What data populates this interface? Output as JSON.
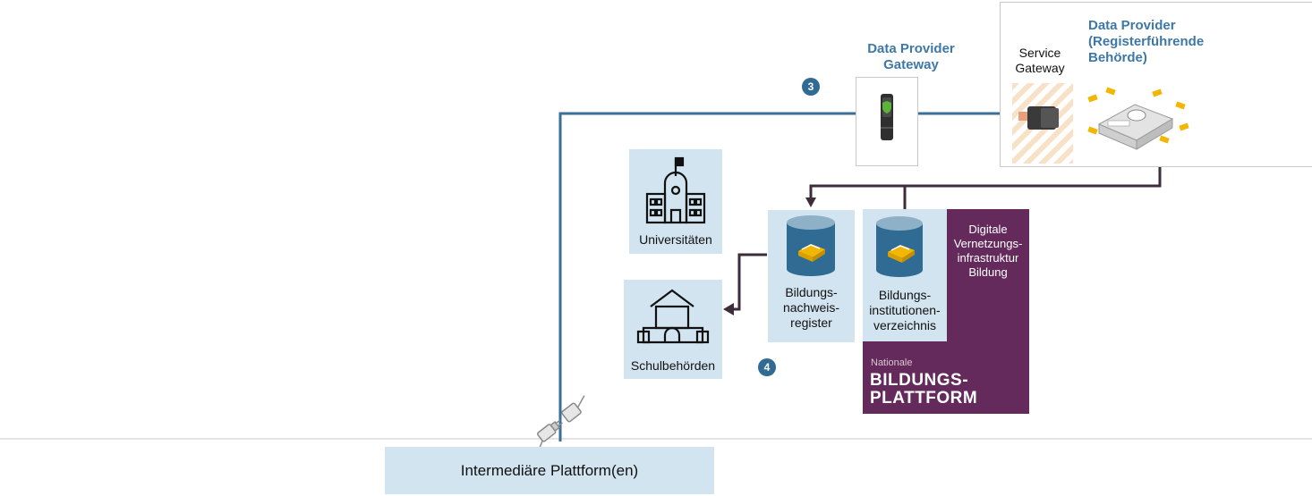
{
  "gateway": {
    "title_line1": "Data Provider",
    "title_line2": "Gateway"
  },
  "provider": {
    "title_line1": "Data Provider",
    "title_line2": "(Registerführende",
    "title_line3": "Behörde)",
    "service_gateway_line1": "Service",
    "service_gateway_line2": "Gateway"
  },
  "steps": {
    "three": "3",
    "four": "4"
  },
  "nodes": {
    "universitaeten": "Universitäten",
    "schulbehoerden": "Schulbehörden",
    "nachweisregister_line1": "Bildungs-",
    "nachweisregister_line2": "nachweis-",
    "nachweisregister_line3": "register",
    "institutionen_line1": "Bildungs-",
    "institutionen_line2": "institutionen-",
    "institutionen_line3": "verzeichnis"
  },
  "platform": {
    "side_line1": "Digitale",
    "side_line2": "Vernetzungs-",
    "side_line3": "infrastruktur",
    "side_line4": "Bildung",
    "logo_small": "Nationale",
    "logo_big_line1": "BILDUNGS-",
    "logo_big_line2": "PLATTFORM"
  },
  "intermediary": {
    "label": "Intermediäre Plattform(en)"
  },
  "colors": {
    "blue_line": "#3a6f98",
    "dark_line": "#3d2d3a",
    "light_box": "#d2e4f0",
    "purple": "#652a5c",
    "accent_yellow": "#f2b705"
  }
}
